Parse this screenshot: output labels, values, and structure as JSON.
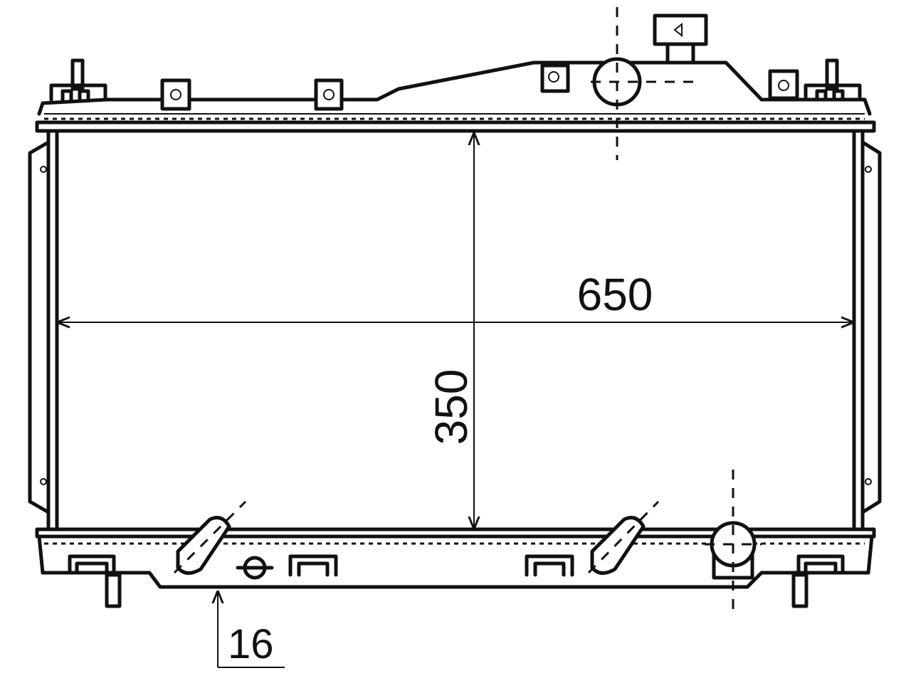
{
  "dimensions": {
    "width_label": "650",
    "height_label": "350",
    "connection_label": "16"
  },
  "colors": {
    "line": "#111111",
    "background": "#ffffff"
  }
}
